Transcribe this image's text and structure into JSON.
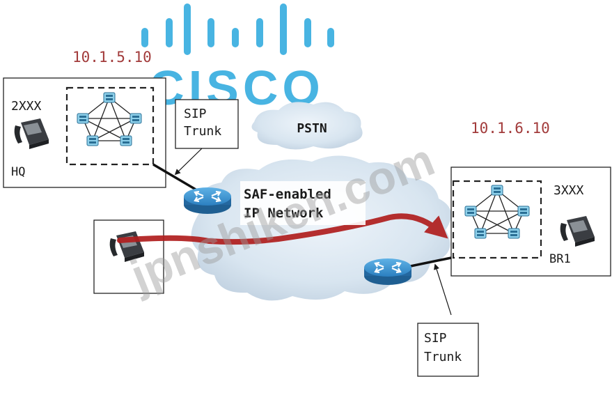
{
  "diagram": {
    "logo_text": "CISCO",
    "watermark_text": "jpnshiken.com",
    "hq": {
      "ip": "10.1.5.10",
      "extension": "2XXX",
      "site": "HQ"
    },
    "br1": {
      "ip": "10.1.6.10",
      "extension": "3XXX",
      "site": "BR1"
    },
    "pstn_label": "PSTN",
    "saf_network": {
      "line1": "SAF-enabled",
      "line2": "IP Network"
    },
    "sip_trunk_hq": {
      "line1": "SIP",
      "line2": "Trunk"
    },
    "sip_trunk_br1": {
      "line1": "SIP",
      "line2": "Trunk"
    },
    "colors": {
      "logo": "#29a7dd",
      "ip_text": "#a23b3b",
      "call_path": "#b01e1e",
      "cloud": "#d6e3ef",
      "router": "#2f86c6"
    },
    "icons": [
      "ip-phone-icon",
      "router-icon",
      "cluster-server-icon",
      "cloud-icon"
    ]
  }
}
